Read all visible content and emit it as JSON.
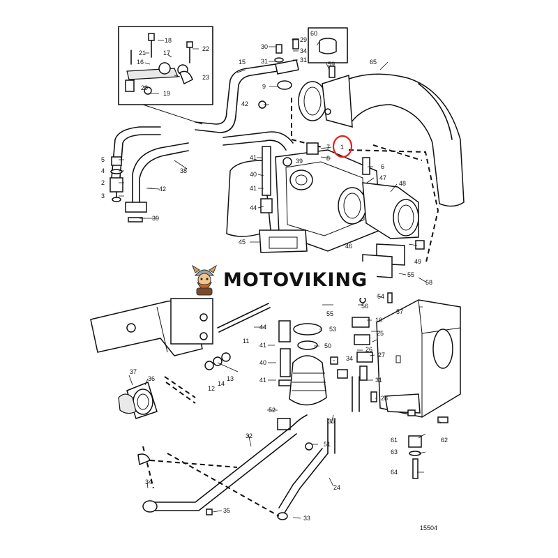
{
  "watermark": {
    "brand": "MOTOVIKING"
  },
  "drawing_number": "15504",
  "highlight": {
    "label": "1",
    "color": "#e02020"
  },
  "labels": [
    {
      "id": "p1",
      "text": "1"
    },
    {
      "id": "p2",
      "text": "2"
    },
    {
      "id": "p3",
      "text": "3"
    },
    {
      "id": "p4",
      "text": "4"
    },
    {
      "id": "p5",
      "text": "5"
    },
    {
      "id": "p6",
      "text": "6"
    },
    {
      "id": "p7",
      "text": "7"
    },
    {
      "id": "p8",
      "text": "8"
    },
    {
      "id": "p9",
      "text": "9"
    },
    {
      "id": "p10",
      "text": "10"
    },
    {
      "id": "p11",
      "text": "11"
    },
    {
      "id": "p12",
      "text": "12"
    },
    {
      "id": "p13",
      "text": "13"
    },
    {
      "id": "p14",
      "text": "14"
    },
    {
      "id": "p15",
      "text": "15"
    },
    {
      "id": "p16",
      "text": "16"
    },
    {
      "id": "p17",
      "text": "17"
    },
    {
      "id": "p18",
      "text": "18"
    },
    {
      "id": "p19",
      "text": "19"
    },
    {
      "id": "p20",
      "text": "20"
    },
    {
      "id": "p21",
      "text": "21"
    },
    {
      "id": "p22",
      "text": "22"
    },
    {
      "id": "p23",
      "text": "23"
    },
    {
      "id": "p24",
      "text": "24"
    },
    {
      "id": "p25",
      "text": "25"
    },
    {
      "id": "p26",
      "text": "26"
    },
    {
      "id": "p27",
      "text": "27"
    },
    {
      "id": "p28",
      "text": "28"
    },
    {
      "id": "p29",
      "text": "29"
    },
    {
      "id": "p30",
      "text": "30"
    },
    {
      "id": "p31a",
      "text": "31"
    },
    {
      "id": "p31b",
      "text": "31"
    },
    {
      "id": "p32",
      "text": "32"
    },
    {
      "id": "p33",
      "text": "33"
    },
    {
      "id": "p34a",
      "text": "34"
    },
    {
      "id": "p34b",
      "text": "34"
    },
    {
      "id": "p35a",
      "text": "35"
    },
    {
      "id": "p35b",
      "text": "35"
    },
    {
      "id": "p36",
      "text": "36"
    },
    {
      "id": "p37",
      "text": "37"
    },
    {
      "id": "p38",
      "text": "38"
    },
    {
      "id": "p39a",
      "text": "39"
    },
    {
      "id": "p39b",
      "text": "39"
    },
    {
      "id": "p40a",
      "text": "40"
    },
    {
      "id": "p40b",
      "text": "40"
    },
    {
      "id": "p41a",
      "text": "41"
    },
    {
      "id": "p41b",
      "text": "41"
    },
    {
      "id": "p41c",
      "text": "41"
    },
    {
      "id": "p41d",
      "text": "41"
    },
    {
      "id": "p42a",
      "text": "42"
    },
    {
      "id": "p42b",
      "text": "42"
    },
    {
      "id": "p44a",
      "text": "44"
    },
    {
      "id": "p44b",
      "text": "44"
    },
    {
      "id": "p45",
      "text": "45"
    },
    {
      "id": "p46",
      "text": "46"
    },
    {
      "id": "p47",
      "text": "47"
    },
    {
      "id": "p48",
      "text": "48"
    },
    {
      "id": "p49",
      "text": "49"
    },
    {
      "id": "p50",
      "text": "50"
    },
    {
      "id": "p51",
      "text": "51"
    },
    {
      "id": "p52",
      "text": "52"
    },
    {
      "id": "p53",
      "text": "53"
    },
    {
      "id": "p54",
      "text": "54"
    },
    {
      "id": "p55a",
      "text": "55"
    },
    {
      "id": "p55b",
      "text": "55"
    },
    {
      "id": "p56",
      "text": "56"
    },
    {
      "id": "p57",
      "text": "57"
    },
    {
      "id": "p58",
      "text": "58"
    },
    {
      "id": "p59",
      "text": "59"
    },
    {
      "id": "p60",
      "text": "60"
    },
    {
      "id": "p61",
      "text": "61"
    },
    {
      "id": "p62",
      "text": "62"
    },
    {
      "id": "p63",
      "text": "63"
    },
    {
      "id": "p64",
      "text": "64"
    },
    {
      "id": "p65",
      "text": "65"
    }
  ]
}
